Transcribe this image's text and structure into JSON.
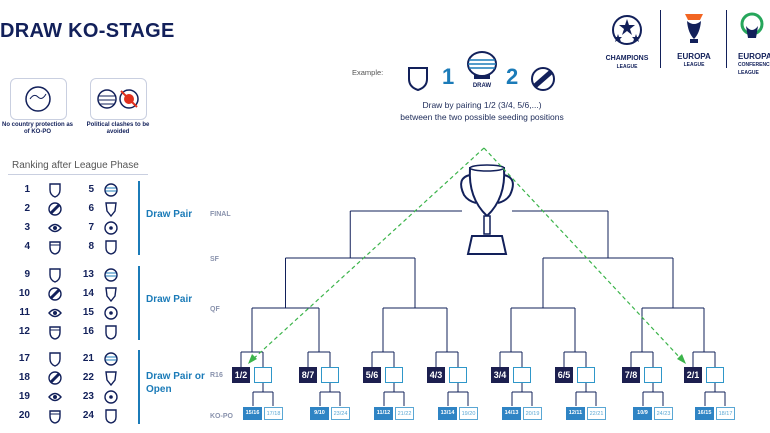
{
  "title": "DRAW KO-STAGE",
  "logos": [
    {
      "name": "CHAMPIONS",
      "sub": "LEAGUE",
      "icon": "champions-league-starball-icon"
    },
    {
      "name": "EUROPA",
      "sub": "LEAGUE",
      "icon": "europa-league-icon",
      "color": "#f26522"
    },
    {
      "name": "EUROPA",
      "sub": "CONFERENCE LEAGUE",
      "icon": "conference-league-icon",
      "color": "#26a65b"
    }
  ],
  "legend": {
    "no_protection": "No country protection as of KO-PO",
    "political": "Political clashes to be avoided"
  },
  "ranking_title": "Ranking after League Phase",
  "groups": [
    {
      "left": [
        "1",
        "2",
        "3",
        "4"
      ],
      "right": [
        "5",
        "6",
        "7",
        "8"
      ],
      "label": "Draw Pair"
    },
    {
      "left": [
        "9",
        "10",
        "11",
        "12"
      ],
      "right": [
        "13",
        "14",
        "15",
        "16"
      ],
      "label": "Draw Pair"
    },
    {
      "left": [
        "17",
        "18",
        "19",
        "20"
      ],
      "right": [
        "21",
        "22",
        "23",
        "24"
      ],
      "label": "Draw Pair or Open"
    }
  ],
  "example": {
    "label": "Example:",
    "left_num": "1",
    "right_num": "2",
    "pot_label": "DRAW",
    "caption_line1": "Draw by pairing 1/2 (3/4, 5/6,...)",
    "caption_line2": "between the two possible seeding positions"
  },
  "rounds": [
    "FINAL",
    "SF",
    "QF",
    "R16",
    "KO-PO"
  ],
  "r16": [
    "1/2",
    "8/7",
    "5/6",
    "4/3",
    "3/4",
    "6/5",
    "7/8",
    "2/1"
  ],
  "kopo": [
    [
      "15/16",
      "17/18"
    ],
    [
      "9/10",
      "23/24"
    ],
    [
      "11/12",
      "21/22"
    ],
    [
      "13/14",
      "19/20"
    ],
    [
      "14/13",
      "20/19"
    ],
    [
      "12/11",
      "22/21"
    ],
    [
      "10/9",
      "24/23"
    ],
    [
      "16/15",
      "18/17"
    ]
  ],
  "colors": {
    "navy": "#1c1f4f",
    "blue": "#2f84c4",
    "accent": "#1b7bb8",
    "arrow": "#3cb44b"
  }
}
